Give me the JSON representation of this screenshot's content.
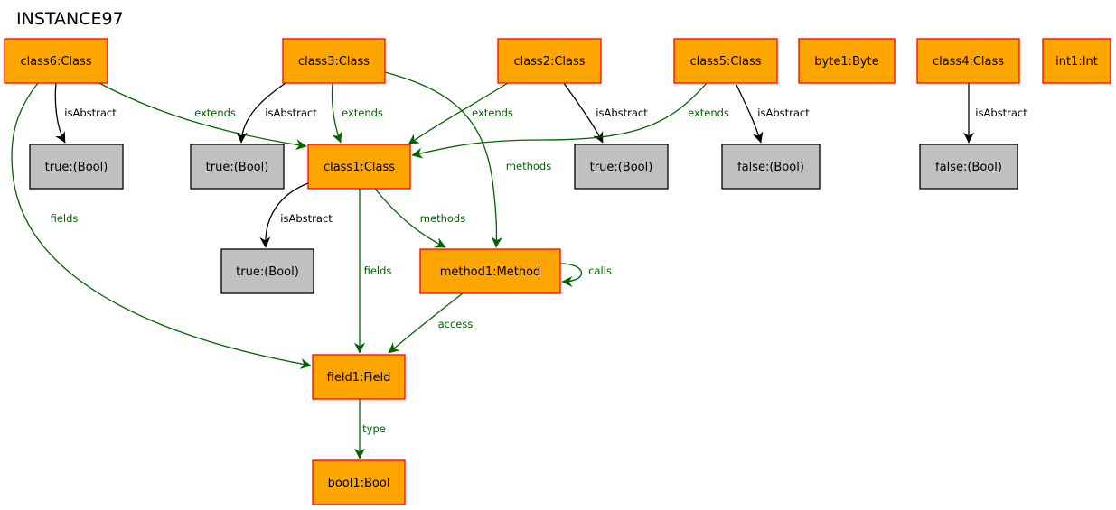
{
  "title": "INSTANCE97",
  "colors": {
    "object_fill": "#ffa500",
    "object_stroke": "#ff0000",
    "value_fill": "#c0c0c0",
    "value_stroke": "#000000",
    "attribute_edge": "#000000",
    "reference_edge": "#006400"
  },
  "nodes": [
    {
      "id": "class6",
      "label": "class6:Class",
      "kind": "object"
    },
    {
      "id": "class3",
      "label": "class3:Class",
      "kind": "object"
    },
    {
      "id": "class2",
      "label": "class2:Class",
      "kind": "object"
    },
    {
      "id": "class5",
      "label": "class5:Class",
      "kind": "object"
    },
    {
      "id": "byte1",
      "label": "byte1:Byte",
      "kind": "object"
    },
    {
      "id": "class4",
      "label": "class4:Class",
      "kind": "object"
    },
    {
      "id": "int1",
      "label": "int1:Int",
      "kind": "object"
    },
    {
      "id": "b6",
      "label": "true:(Bool)",
      "kind": "value"
    },
    {
      "id": "b3",
      "label": "true:(Bool)",
      "kind": "value"
    },
    {
      "id": "class1",
      "label": "class1:Class",
      "kind": "object"
    },
    {
      "id": "b2",
      "label": "true:(Bool)",
      "kind": "value"
    },
    {
      "id": "b5",
      "label": "false:(Bool)",
      "kind": "value"
    },
    {
      "id": "b4",
      "label": "false:(Bool)",
      "kind": "value"
    },
    {
      "id": "b1",
      "label": "true:(Bool)",
      "kind": "value"
    },
    {
      "id": "method1",
      "label": "method1:Method",
      "kind": "object"
    },
    {
      "id": "field1",
      "label": "field1:Field",
      "kind": "object"
    },
    {
      "id": "bool1",
      "label": "bool1:Bool",
      "kind": "object"
    }
  ],
  "edges": [
    {
      "from": "class6",
      "to": "b6",
      "label": "isAbstract",
      "kind": "attribute"
    },
    {
      "from": "class6",
      "to": "class1",
      "label": "extends",
      "kind": "reference"
    },
    {
      "from": "class6",
      "to": "field1",
      "label": "fields",
      "kind": "reference"
    },
    {
      "from": "class3",
      "to": "b3",
      "label": "isAbstract",
      "kind": "attribute"
    },
    {
      "from": "class3",
      "to": "class1",
      "label": "extends",
      "kind": "reference"
    },
    {
      "from": "class3",
      "to": "method1",
      "label": "methods",
      "kind": "reference"
    },
    {
      "from": "class2",
      "to": "class1",
      "label": "extends",
      "kind": "reference"
    },
    {
      "from": "class2",
      "to": "b2",
      "label": "isAbstract",
      "kind": "attribute"
    },
    {
      "from": "class5",
      "to": "class1",
      "label": "extends",
      "kind": "reference"
    },
    {
      "from": "class5",
      "to": "b5",
      "label": "isAbstract",
      "kind": "attribute"
    },
    {
      "from": "class4",
      "to": "b4",
      "label": "isAbstract",
      "kind": "attribute"
    },
    {
      "from": "class1",
      "to": "b1",
      "label": "isAbstract",
      "kind": "attribute"
    },
    {
      "from": "class1",
      "to": "method1",
      "label": "methods",
      "kind": "reference"
    },
    {
      "from": "class1",
      "to": "field1",
      "label": "fields",
      "kind": "reference"
    },
    {
      "from": "method1",
      "to": "method1",
      "label": "calls",
      "kind": "reference"
    },
    {
      "from": "method1",
      "to": "field1",
      "label": "access",
      "kind": "reference"
    },
    {
      "from": "field1",
      "to": "bool1",
      "label": "type",
      "kind": "reference"
    }
  ]
}
